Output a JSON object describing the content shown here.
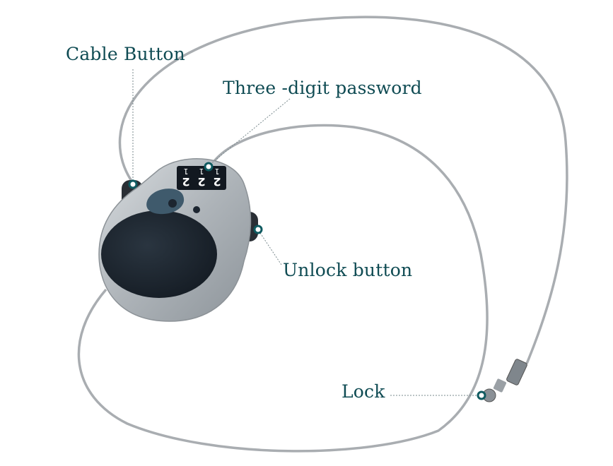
{
  "labels": {
    "cable_button": "Cable Button",
    "password": "Three -digit password",
    "unlock_button": "Unlock button",
    "lock": "Lock"
  },
  "dials": [
    "2",
    "2",
    "2"
  ],
  "dials_top": [
    "1",
    "1",
    "1"
  ],
  "colors": {
    "label": "#0f4b53",
    "marker": "#0f5a60",
    "body": "#b9bec3",
    "face": "#1c2530",
    "spot": "#3f5a6c"
  }
}
